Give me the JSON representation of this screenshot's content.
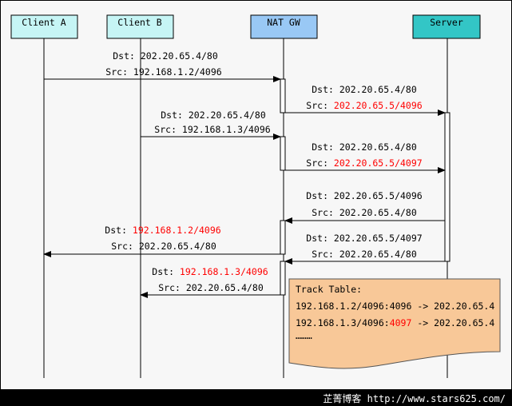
{
  "participants": [
    {
      "label": "Client A",
      "color": "#c6f5f5"
    },
    {
      "label": "Client B",
      "color": "#c6f5f5"
    },
    {
      "label": "NAT GW",
      "color": "#99c8f5"
    },
    {
      "label": "Server",
      "color": "#33c6c6"
    }
  ],
  "messages": [
    {
      "from": "Client A",
      "to": "NAT GW",
      "dst_prefix": "Dst: ",
      "dst": "202.20.65.4/80",
      "dst_highlight": false,
      "src_prefix": "Src: ",
      "src": "192.168.1.2/4096",
      "src_highlight": false
    },
    {
      "from": "NAT GW",
      "to": "Server",
      "dst_prefix": "Dst: ",
      "dst": "202.20.65.4/80",
      "dst_highlight": false,
      "src_prefix": "Src: ",
      "src": "202.20.65.5/4096",
      "src_highlight": true
    },
    {
      "from": "Client B",
      "to": "NAT GW",
      "dst_prefix": "Dst: ",
      "dst": "202.20.65.4/80",
      "dst_highlight": false,
      "src_prefix": "Src: ",
      "src": "192.168.1.3/4096",
      "src_highlight": false
    },
    {
      "from": "NAT GW",
      "to": "Server",
      "dst_prefix": "Dst: ",
      "dst": "202.20.65.4/80",
      "dst_highlight": false,
      "src_prefix": "Src: ",
      "src": "202.20.65.5/4097",
      "src_highlight": true
    },
    {
      "from": "Server",
      "to": "NAT GW",
      "dst_prefix": "Dst: ",
      "dst": "202.20.65.5/4096",
      "dst_highlight": false,
      "src_prefix": "Src: ",
      "src": "202.20.65.4/80",
      "src_highlight": false
    },
    {
      "from": "NAT GW",
      "to": "Client A",
      "dst_prefix": "Dst: ",
      "dst": "192.168.1.2/4096",
      "dst_highlight": true,
      "src_prefix": "Src: ",
      "src": "202.20.65.4/80",
      "src_highlight": false
    },
    {
      "from": "Server",
      "to": "NAT GW",
      "dst_prefix": "Dst: ",
      "dst": "202.20.65.5/4097",
      "dst_highlight": false,
      "src_prefix": "Src: ",
      "src": "202.20.65.4/80",
      "src_highlight": false
    },
    {
      "from": "NAT GW",
      "to": "Client B",
      "dst_prefix": "Dst: ",
      "dst": "192.168.1.3/4096",
      "dst_highlight": true,
      "src_prefix": "Src: ",
      "src": "202.20.65.4/80",
      "src_highlight": false
    }
  ],
  "track_table": {
    "title": "Track Table:",
    "rows": [
      {
        "key": "192.168.1.2/4096:",
        "port": "4096",
        "port_highlight": false,
        "arrow": " -> ",
        "value": "202.20.65.4"
      },
      {
        "key": "192.168.1.3/4096:",
        "port": "4097",
        "port_highlight": true,
        "arrow": " -> ",
        "value": "202.20.65.4"
      }
    ],
    "ellipsis": "………",
    "color": "#f8c898"
  },
  "footer": {
    "text": "芷菁博客 http://www.stars625.com/"
  },
  "colors": {
    "highlight": "#ff0000",
    "background": "#f7f7f7"
  }
}
